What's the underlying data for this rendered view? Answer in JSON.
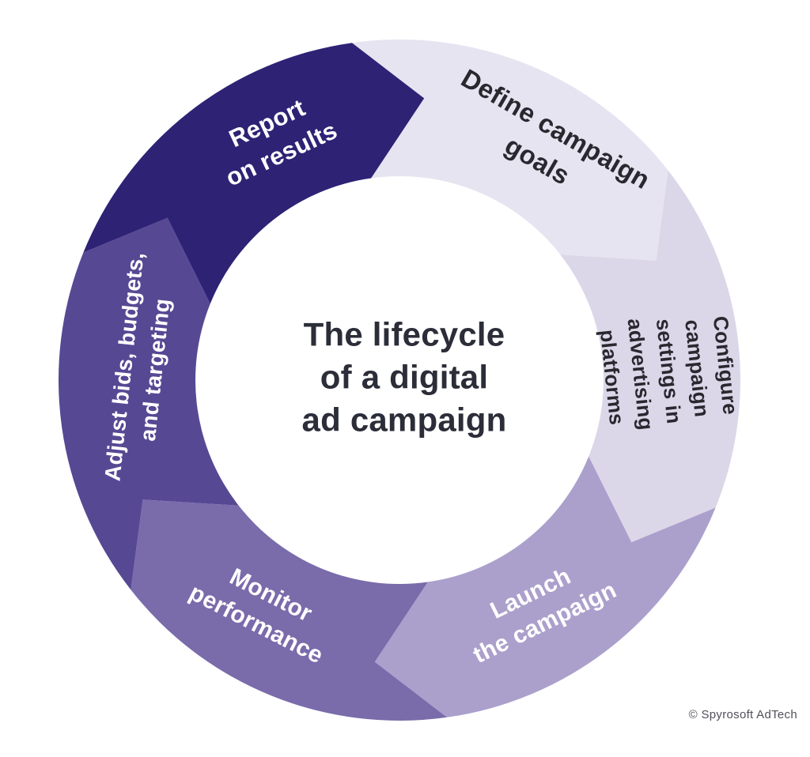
{
  "title": "The lifecycle\nof a digital\nad campaign",
  "copyright": "© Spyrosoft AdTech",
  "colors": {
    "background": "#ffffff",
    "title_text": "#2b2d38",
    "dark_label_text": "#29282f",
    "light_label_text": "#ffffff"
  },
  "cycle": {
    "direction": "clockwise",
    "step_count": 6
  },
  "segments": [
    {
      "id": "define",
      "step": 1,
      "label": "Define campaign\ngoals",
      "color": "#e7e4f1",
      "text_color": "#29282f"
    },
    {
      "id": "configure",
      "step": 2,
      "label": "Configure campaign\nsettings in advertising\nplatforms",
      "color": "#dbd7e8",
      "text_color": "#29282f"
    },
    {
      "id": "launch",
      "step": 3,
      "label": "Launch\nthe campaign",
      "color": "#aba0cc",
      "text_color": "#ffffff"
    },
    {
      "id": "monitor",
      "step": 4,
      "label": "Monitor\nperformance",
      "color": "#7a6bab",
      "text_color": "#ffffff"
    },
    {
      "id": "adjust",
      "step": 5,
      "label": "Adjust bids, budgets,\nand targeting",
      "color": "#574894",
      "text_color": "#ffffff"
    },
    {
      "id": "report",
      "step": 6,
      "label": "Report\non results",
      "color": "#2e2275",
      "text_color": "#ffffff"
    }
  ]
}
